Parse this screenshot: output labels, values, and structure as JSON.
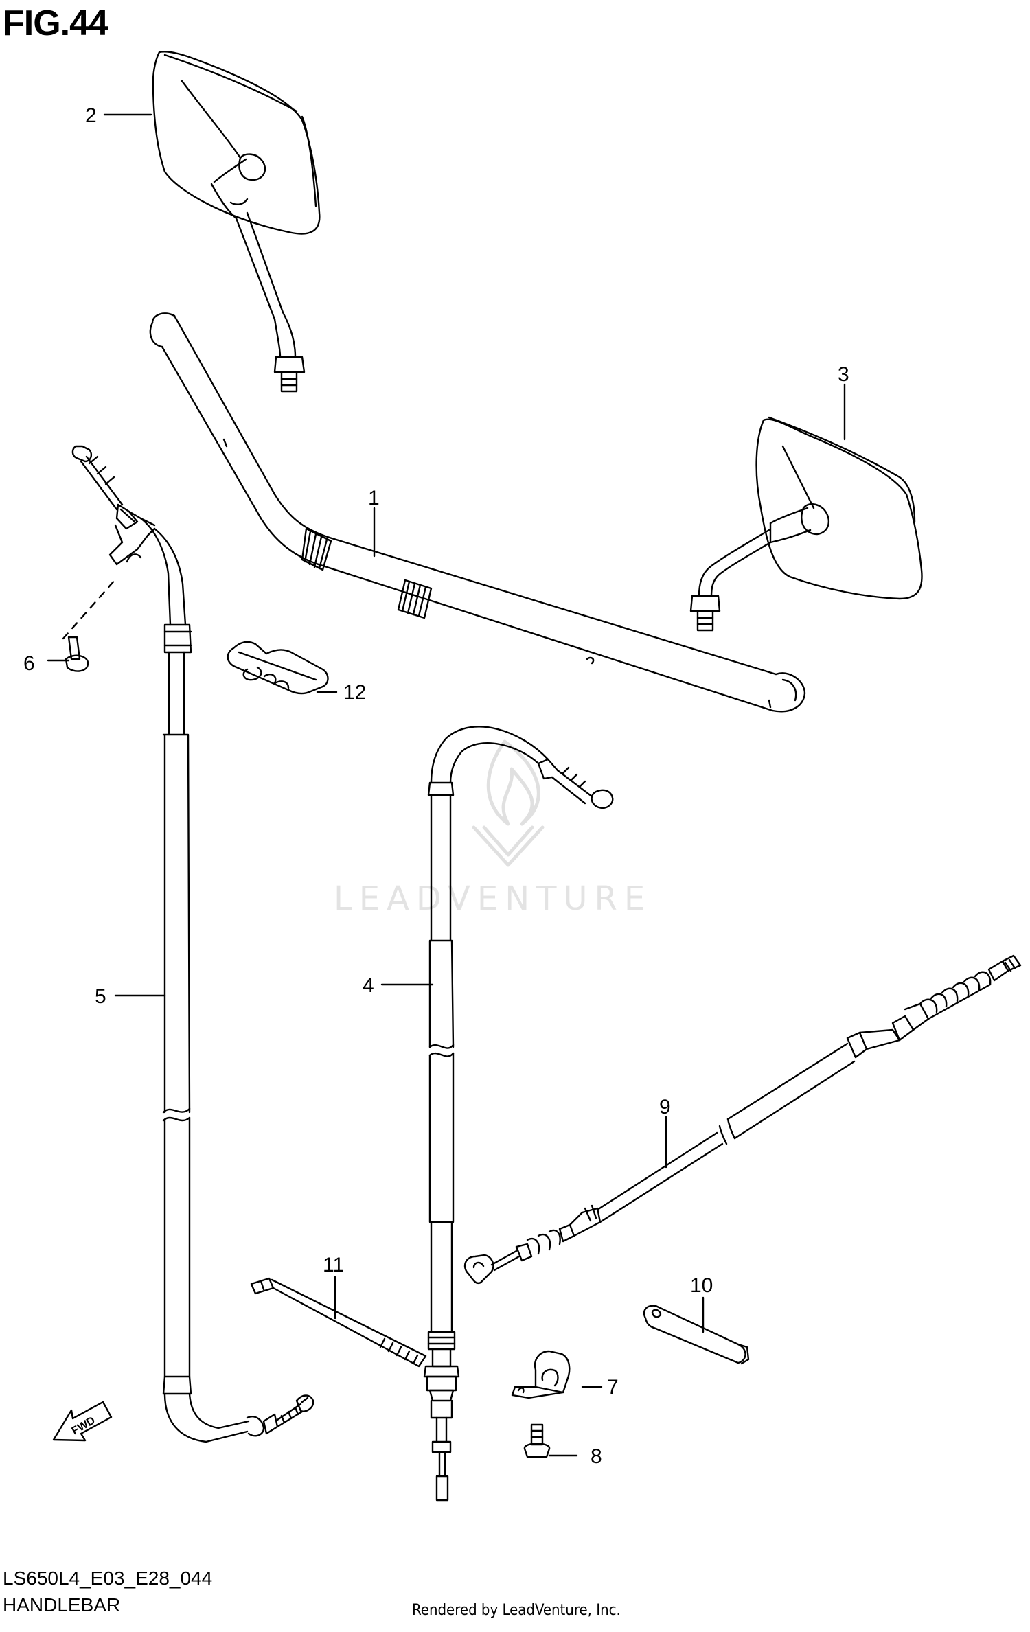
{
  "figure": {
    "title": "FIG.44",
    "code": "LS650L4_E03_E28_044",
    "name": "HANDLEBAR",
    "credit": "Rendered by LeadVenture, Inc."
  },
  "watermark": {
    "text": "LEADVENTURE"
  },
  "callouts": {
    "p1": "1",
    "p2": "2",
    "p3": "3",
    "p4": "4",
    "p5": "5",
    "p6": "6",
    "p7": "7",
    "p8": "8",
    "p9": "9",
    "p10": "10",
    "p11": "11",
    "p12": "12"
  },
  "fwd_arrow": {
    "text": "FWD"
  }
}
